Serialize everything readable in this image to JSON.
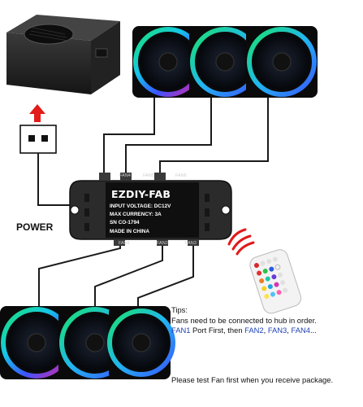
{
  "hub": {
    "brand": "EZDIY-FAB",
    "input_voltage": "INPUT VOLTAGE: DC12V",
    "max_currency": "MAX CURRENCY: 3A",
    "serial": "SN CO-1794",
    "made_in": "MADE IN CHINA",
    "ports": [
      "FAN4",
      "FAN5",
      "FAN6",
      "FAN1",
      "FAN2",
      "FAN3"
    ]
  },
  "power_label": "POWER",
  "tips": {
    "heading": "Tips:",
    "line1": "Fans need to be connected to hub in order.",
    "fan1": "FAN1",
    "mid1": " Port First, then ",
    "fan2": "FAN2",
    "sep": ", ",
    "fan3": "FAN3",
    "sep2": ", ",
    "fan4": "FAN4",
    "tail": "..."
  },
  "footer_note": "Please test Fan first when you receive package.",
  "colors": {
    "wire": "#1a1a1a",
    "hub_body": "#2b2b2b",
    "arrow": "#e31b1b",
    "signal": "#e01a1a",
    "tip_fan_text": "#1b3fb5"
  }
}
